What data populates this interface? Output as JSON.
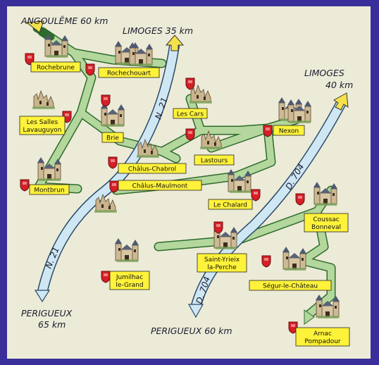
{
  "colors": {
    "frame": "#3a2f9a",
    "background": "#ecebd7",
    "route_green": "#b3d79c",
    "route_edge": "#2e6b2e",
    "highway_blue": "#cfe7f3",
    "highway_edge": "#2a4a6a",
    "label_yellow": "#fff23a",
    "shield_red": "#d61f26",
    "arrow_yellow": "#f5e24a"
  },
  "destinations": {
    "angouleme": "ANGOULÊME 60 km",
    "limoges_n21": "LIMOGES 35 km",
    "limoges_d704_city": "LIMOGES",
    "limoges_d704_dist": "40 km",
    "perigueux_n21_city": "PERIGUEUX",
    "perigueux_n21_dist": "65 km",
    "perigueux_d704": "PERIGUEUX 60 km"
  },
  "roads": {
    "n21_north": "N. 21",
    "n21_south": "N. 21",
    "d704_north": "D. 704",
    "d704_south": "D. 704"
  },
  "places": {
    "rochebrune": "Rochebrune",
    "rochechouart": "Rochechouart",
    "les_salles": [
      "Les Salles",
      "Lavauguyon"
    ],
    "brie": "Brie",
    "les_cars": "Les Cars",
    "lastours": "Lastours",
    "nexon": "Nexon",
    "chalus_chabrol": "Châlus-Chabrol",
    "chalus_maulmont": "Châlus-Maulmont",
    "montbrun": "Montbrun",
    "le_chalard": "Le Chalard",
    "coussac": [
      "Coussac",
      "Bonneval"
    ],
    "jumilhac": [
      "Jumilhac",
      "le-Grand"
    ],
    "saint_yrieix": [
      "Saint-Yrieix",
      "la-Perche"
    ],
    "segur": "Ségur-le-Château",
    "arnac": [
      "Arnac",
      "Pompadour"
    ]
  },
  "icons": {
    "shield": "heraldic-shield-icon",
    "castle": "castle-icon",
    "arrow": "direction-arrow-icon"
  }
}
